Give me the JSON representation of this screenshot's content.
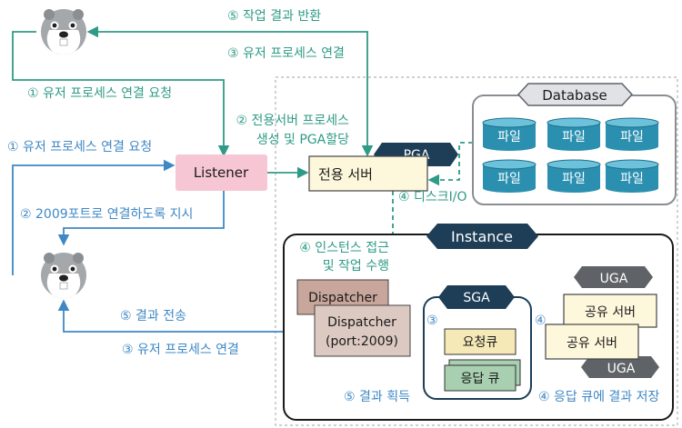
{
  "labels": {
    "result_return": "⑤ 작업 결과 반환",
    "user_process_connect_top": "③ 유저 프로세스 연결",
    "user_process_request_teal": "① 유저 프로세스 연결 요청",
    "dedicated_server_create_1": "② 전용서버 프로세스",
    "dedicated_server_create_2": "생성 및 PGA할당",
    "user_process_request_blue": "① 유저 프로세스 연결 요청",
    "port_instruction": "② 2009포트로 연결하도록 지시",
    "disk_io": "④ 디스크I/O",
    "instance_access_1": "④ 인스턴스 접근",
    "instance_access_2": "및 작업 수행",
    "result_send": "⑤ 결과 전송",
    "user_process_connect_bottom": "③ 유저 프로세스 연결",
    "result_obtain": "⑤ 결과 획득",
    "store_response": "④ 응답 큐에 결과 저장",
    "step3": "③",
    "step4": "④"
  },
  "boxes": {
    "listener": "Listener",
    "dedicated_server": "전용 서버",
    "pga": "PGA",
    "database": "Database",
    "file": "파일",
    "instance": "Instance",
    "dispatcher_back": "Dispatcher",
    "dispatcher_front_1": "Dispatcher",
    "dispatcher_front_2": "(port:2009)",
    "sga": "SGA",
    "request_queue": "요청큐",
    "response_queue": "응답 큐",
    "uga": "UGA",
    "shared_server": "공유 서버"
  },
  "icons": {
    "top_user": "beaver-icon",
    "bottom_user": "beaver-icon"
  },
  "colors": {
    "teal": "#2e9b86",
    "blue": "#3f88c5",
    "listener_fill": "#f7c6d4",
    "server_fill": "#fdf7dc",
    "dispatcher_back_fill": "#c8a69b",
    "dispatcher_front_fill": "#dcc9c1",
    "queue_fill": "#a7cfb0",
    "request_queue_fill": "#f5e9b8",
    "navy": "#1d3e56",
    "cylinder": "#2b8fb0",
    "hex_gray": "#5f6368"
  }
}
